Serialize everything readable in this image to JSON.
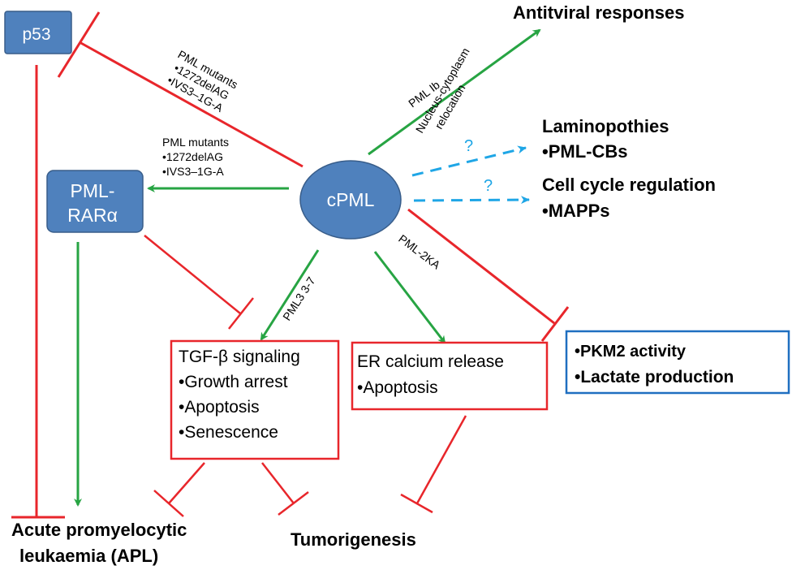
{
  "colors": {
    "node_fill": "#4F81BD",
    "node_stroke": "#385D8A",
    "inhibit": "#E8262B",
    "activate": "#27A443",
    "dashed": "#1FA6E6",
    "box_blue": "#1F6FC0",
    "text": "#000000",
    "node_text": "#ffffff"
  },
  "nodes": {
    "p53": "p53",
    "pml_rara_line1": "PML-",
    "pml_rara_line2": "RARα",
    "cpml": "cPML"
  },
  "edge_labels": {
    "p53_mutants": [
      "PML mutants",
      "•1272delAG",
      "•IVS3–1G-A"
    ],
    "rara_mutants": [
      "PML mutants",
      "•1272delAG",
      "•IVS3–1G-A"
    ],
    "pml_ib": "PML Ib",
    "nucleus_cytoplasm": [
      "Nucleus-cytoplasm",
      "relocation"
    ],
    "question1": "?",
    "question2": "?",
    "pml3_7": "PML3 3-7",
    "pml_2ka": "PML-2KA"
  },
  "outcomes": {
    "antiviral": "Antitviral responses",
    "laminopathies": "Laminopothies",
    "pml_cbs": "•PML-CBs",
    "cell_cycle": "Cell cycle regulation",
    "mapps": "•MAPPs",
    "acute_line1": "Acute promyelocytic",
    "acute_line2": "leukaemia (APL)",
    "tumorigenesis": "Tumorigenesis"
  },
  "boxes": {
    "tgf": [
      "TGF-β signaling",
      "•Growth arrest",
      "•Apoptosis",
      "•Senescence"
    ],
    "er": [
      "ER calcium release",
      "•Apoptosis"
    ],
    "pkm2": [
      "•PKM2 activity",
      "•Lactate production"
    ]
  }
}
